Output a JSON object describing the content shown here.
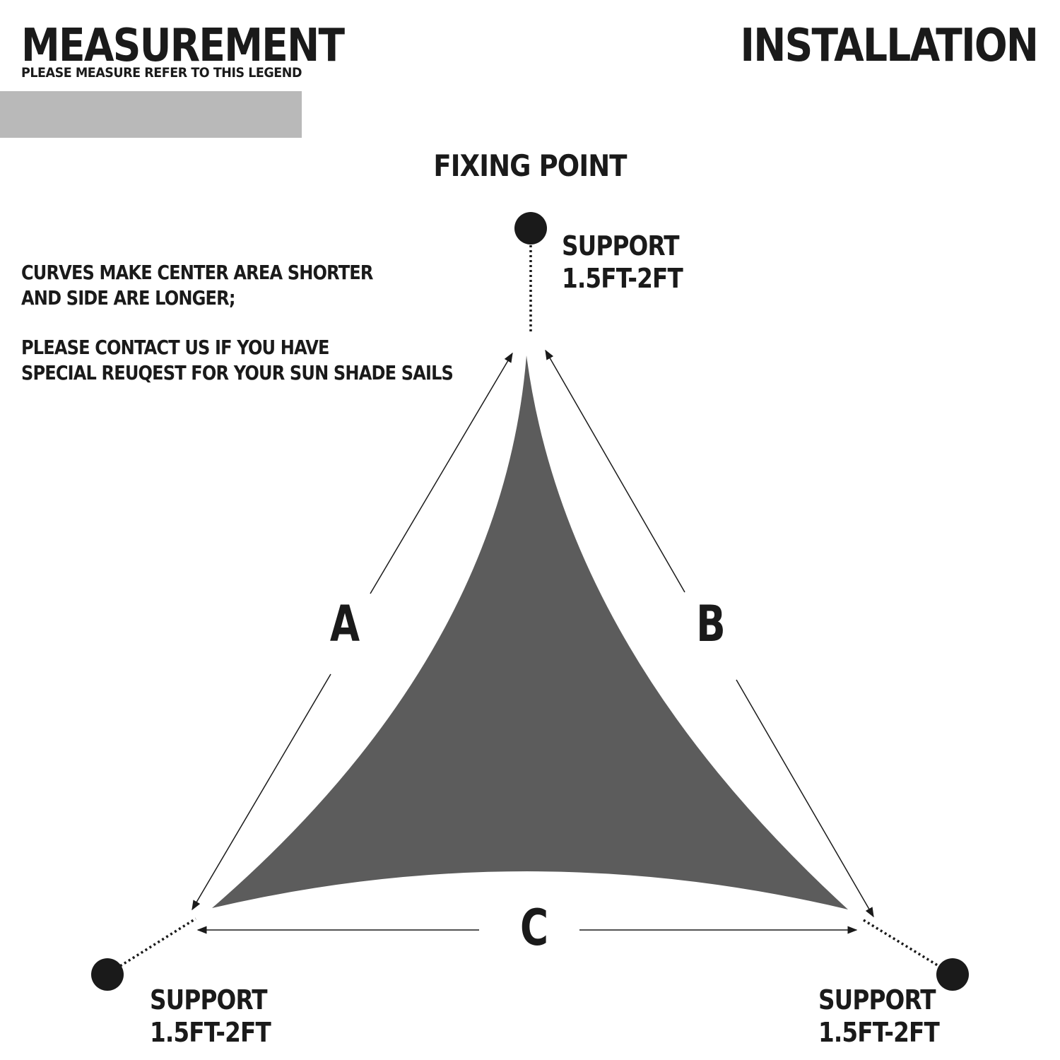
{
  "header": {
    "measurement_title": "MEASUREMENT",
    "measurement_subtitle": "PLEASE MEASURE REFER TO THIS LEGEND",
    "installation_title": "INSTALLATION"
  },
  "diagram": {
    "fixing_point_label": "FIXING POINT",
    "notes": [
      [
        "CURVES MAKE CENTER AREA SHORTER",
        "AND SIDE ARE LONGER;"
      ],
      [
        "PLEASE CONTACT US IF YOU HAVE",
        "SPECIAL REUQEST FOR YOUR SUN SHADE SAILS"
      ]
    ],
    "supports": [
      {
        "label": "SUPPORT",
        "range": "1.5FT-2FT"
      },
      {
        "label": "SUPPORT",
        "range": "1.5FT-2FT"
      },
      {
        "label": "SUPPORT",
        "range": "1.5FT-2FT"
      }
    ],
    "side_labels": {
      "a": "A",
      "b": "B",
      "c": "C"
    },
    "colors": {
      "sail": "#5c5c5c",
      "legend_bar": "#b9b9b9",
      "ink": "#1a1a1a"
    }
  }
}
